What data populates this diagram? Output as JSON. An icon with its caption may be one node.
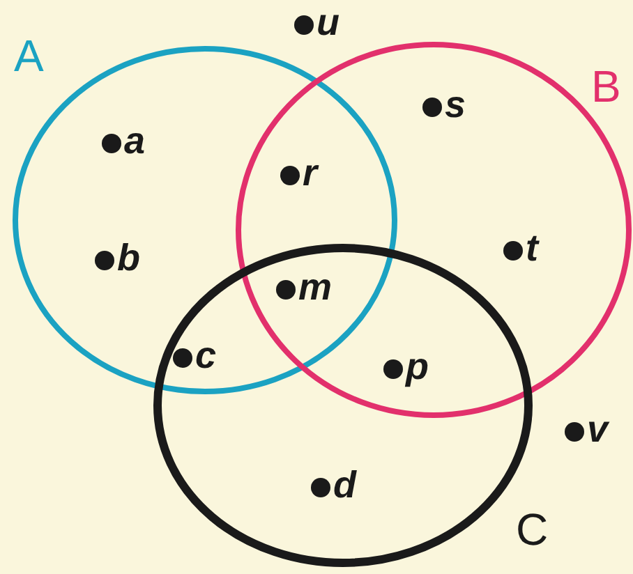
{
  "diagram": {
    "nodes": [
      {
        "text": [
          "A"
        ]
      },
      {
        "text": [
          "B"
        ]
      },
      {
        "text": [
          "C"
        ]
      }
    ],
    "labels": [
      "u",
      "a",
      "s",
      "r",
      "b",
      "t",
      "m",
      "c",
      "p",
      "v",
      "d"
    ]
  }
}
